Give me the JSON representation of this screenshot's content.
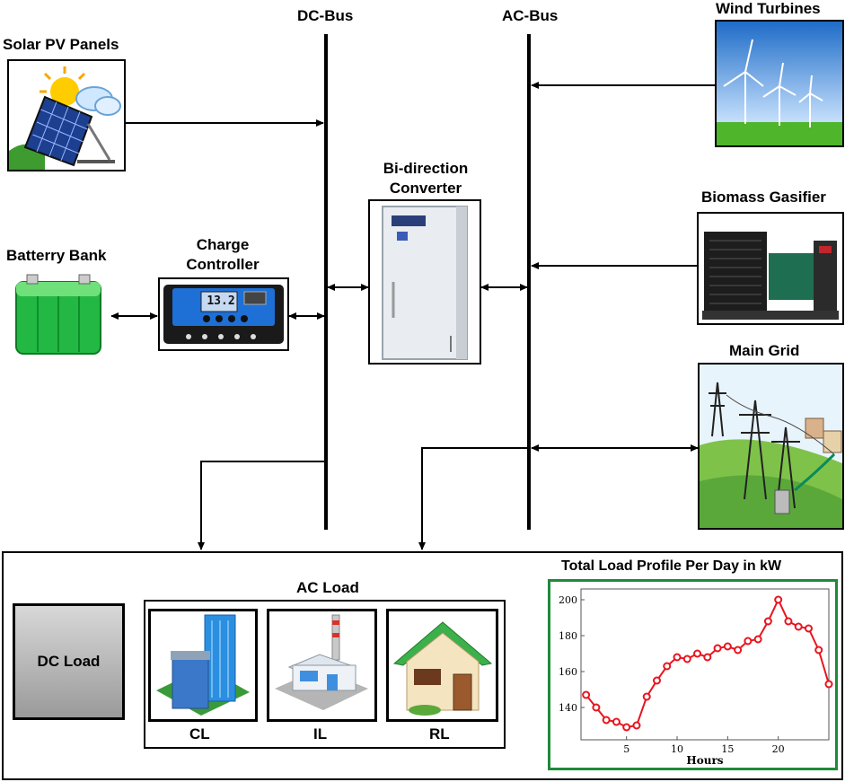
{
  "buses": {
    "dc": "DC-Bus",
    "ac": "AC-Bus"
  },
  "components": {
    "solar": "Solar PV Panels",
    "battery": "Batterry Bank",
    "charge_line1": "Charge",
    "charge_line2": "Controller",
    "converter_line1": "Bi-direction",
    "converter_line2": "Converter",
    "wind": "Wind Turbines",
    "biomass": "Biomass Gasifier",
    "grid": "Main Grid"
  },
  "display": {
    "controller_readout": "13.2"
  },
  "loads": {
    "dc_load": "DC Load",
    "ac_load": "AC Load",
    "cl": "CL",
    "il": "IL",
    "rl": "RL"
  },
  "chart_data": {
    "type": "line",
    "title": "Total Load Profile Per Day in kW",
    "xlabel": "Hours",
    "ylabel": "",
    "x": [
      1,
      2,
      3,
      4,
      5,
      6,
      7,
      8,
      9,
      10,
      11,
      12,
      13,
      14,
      15,
      16,
      17,
      18,
      19,
      20,
      21,
      22,
      23,
      24,
      25
    ],
    "values": [
      147,
      140,
      133,
      132,
      129,
      130,
      146,
      155,
      163,
      168,
      167,
      170,
      168,
      173,
      174,
      172,
      177,
      178,
      188,
      200,
      188,
      185,
      184,
      172,
      153
    ],
    "xlim": [
      0.5,
      25
    ],
    "ylim": [
      122,
      206
    ],
    "xticks": [
      5,
      10,
      15,
      20
    ],
    "yticks": [
      140,
      160,
      180,
      200
    ],
    "color": "#e8141e",
    "grid": false
  }
}
